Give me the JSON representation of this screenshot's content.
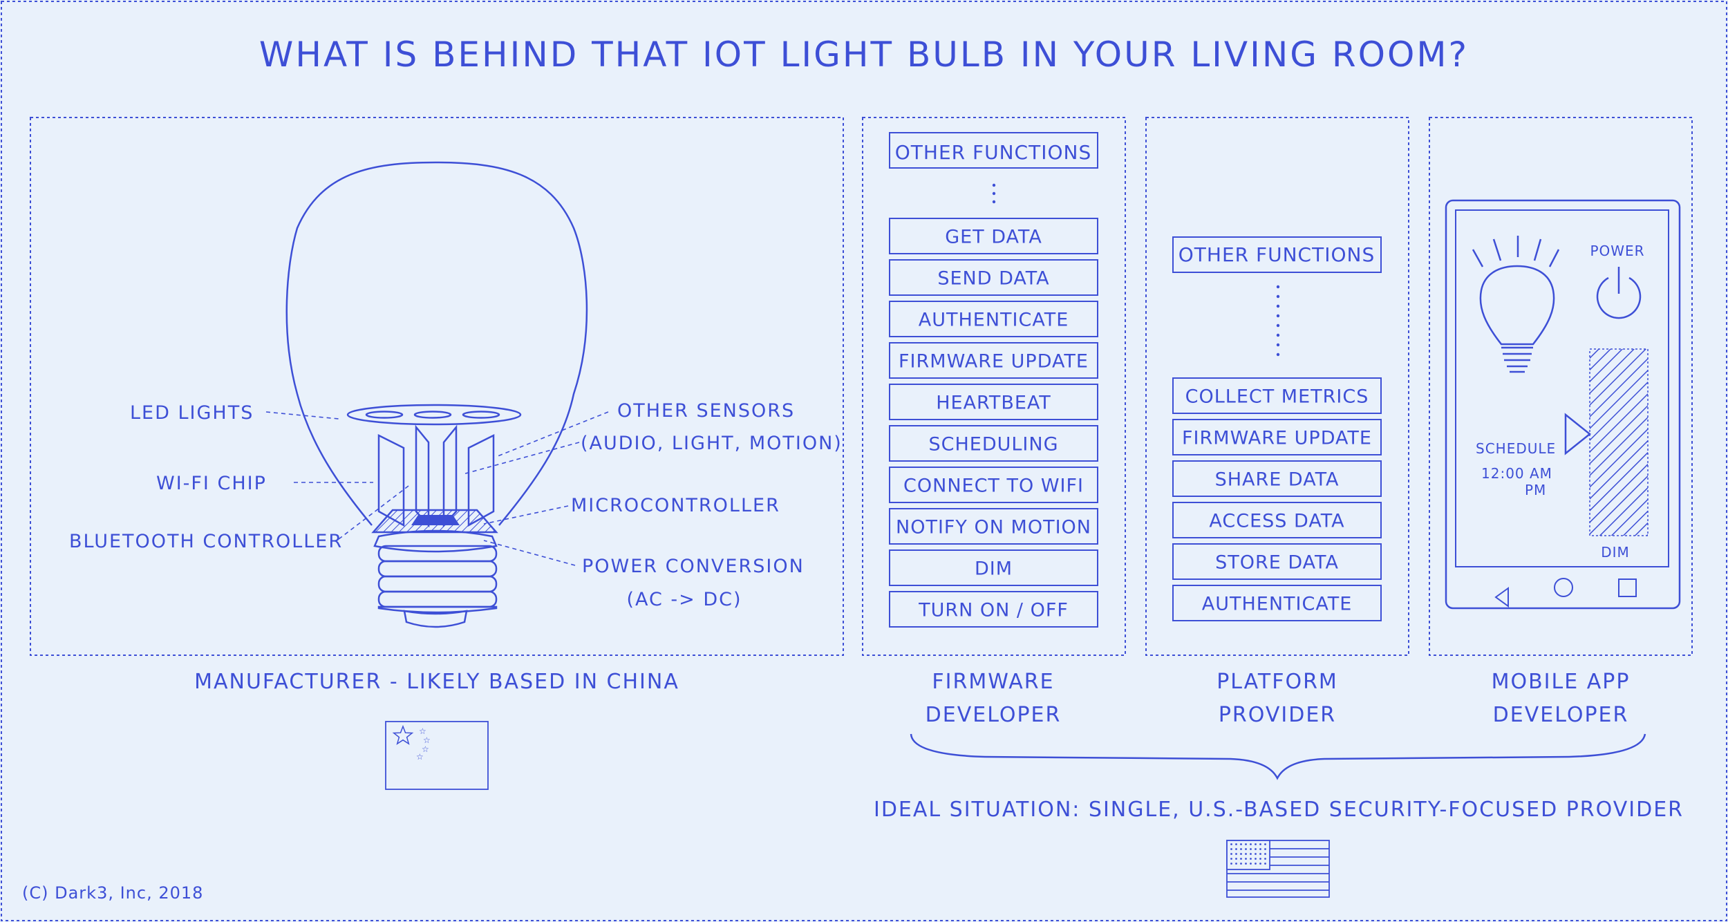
{
  "title": "WHAT IS BEHIND THAT IOT LIGHT BULB IN YOUR LIVING ROOM?",
  "manufacturer": {
    "labels": {
      "led_lights": "LED LIGHTS",
      "wifi_chip": "WI-FI CHIP",
      "bluetooth_controller": "BLUETOOTH CONTROLLER",
      "other_sensors": "OTHER SENSORS",
      "other_sensors_detail": "(AUDIO, LIGHT, MOTION)",
      "microcontroller": "MICROCONTROLLER",
      "power_conversion": "POWER CONVERSION",
      "power_conversion_detail": "(AC -> DC)"
    },
    "caption": "MANUFACTURER - LIKELY BASED IN CHINA"
  },
  "firmware": {
    "top": "OTHER FUNCTIONS",
    "items": [
      "GET DATA",
      "SEND DATA",
      "AUTHENTICATE",
      "FIRMWARE UPDATE",
      "HEARTBEAT",
      "SCHEDULING",
      "CONNECT TO WIFI",
      "NOTIFY ON MOTION",
      "DIM",
      "TURN ON / OFF"
    ],
    "caption": [
      "FIRMWARE",
      "DEVELOPER"
    ]
  },
  "platform": {
    "top": "OTHER FUNCTIONS",
    "items": [
      "COLLECT METRICS",
      "FIRMWARE UPDATE",
      "SHARE DATA",
      "ACCESS DATA",
      "STORE DATA",
      "AUTHENTICATE"
    ],
    "caption": [
      "PLATFORM",
      "PROVIDER"
    ]
  },
  "mobile": {
    "power": "POWER",
    "schedule": "SCHEDULE",
    "time1": "12:00 AM",
    "time2": "PM",
    "dim": "DIM",
    "caption": [
      "MOBILE APP",
      "DEVELOPER"
    ]
  },
  "ideal": "IDEAL SITUATION: SINGLE, U.S.-BASED SECURITY-FOCUSED PROVIDER",
  "copyright": "(C) Dark3, Inc, 2018",
  "colors": {
    "ink": "#3d4fd6",
    "background": "#e9f1fb"
  }
}
